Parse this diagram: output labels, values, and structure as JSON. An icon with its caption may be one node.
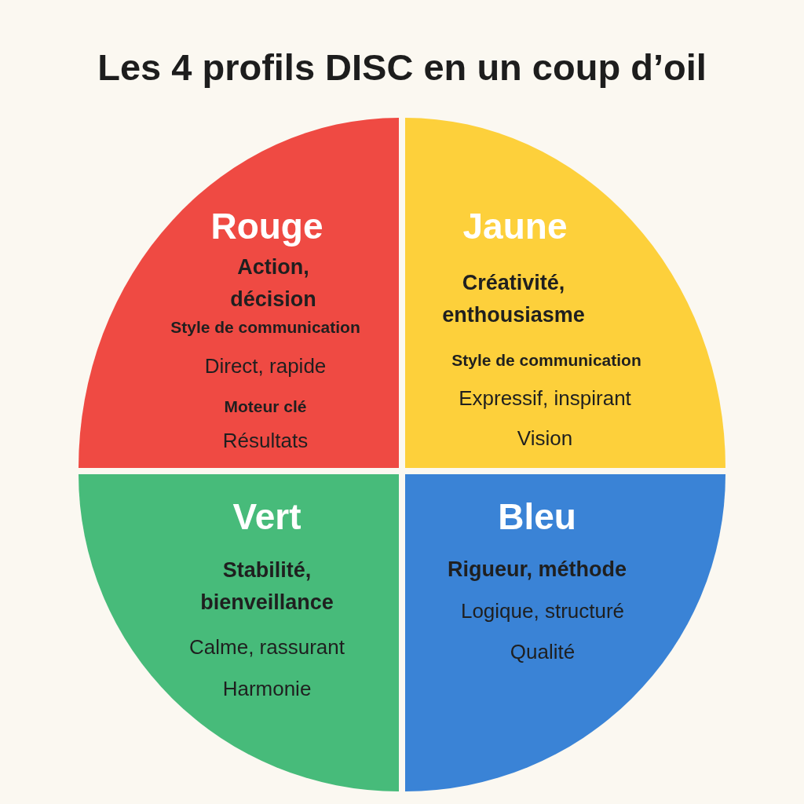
{
  "diagram": {
    "title": "Les 4 profils DISC en un coup d’oil",
    "nodes": [
      {
        "text": [
          "Rouge",
          "Action, décision",
          "Style de communication",
          "Direct, rapide",
          "Moteur clé",
          "Résultats"
        ]
      },
      {
        "text": [
          "Jaune",
          "Créativité, enthousiasme",
          "Style de communication",
          "Expressif, inspirant",
          "Vision"
        ]
      },
      {
        "text": [
          "Vert",
          "Stabilité, bienveillance",
          "Calme, rassurant",
          "Harmonie"
        ]
      },
      {
        "text": [
          "Bleu",
          "Rigueur, méthode",
          "Logique, structuré",
          "Qualité"
        ]
      }
    ]
  }
}
